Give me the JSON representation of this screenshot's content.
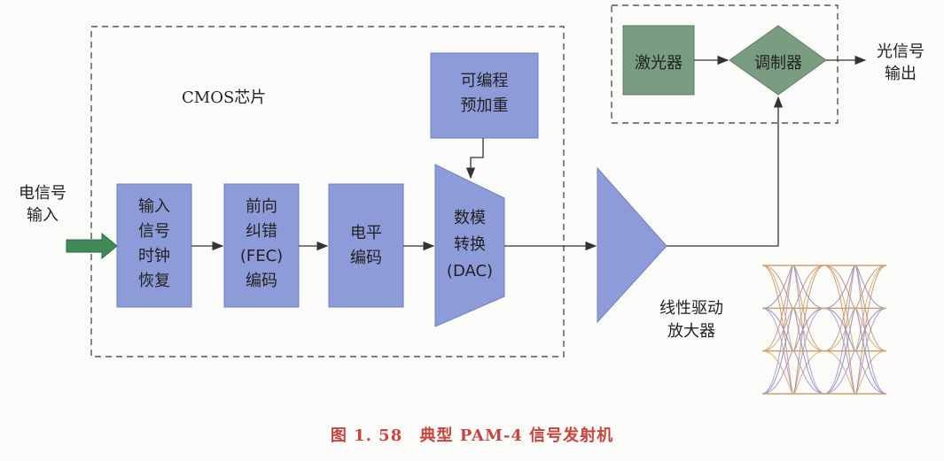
{
  "chip_label": "CMOS芯片",
  "input": {
    "line1": "电信号",
    "line2": "输入"
  },
  "output": {
    "line1": "光信号",
    "line2": "输出"
  },
  "blocks": {
    "cdr": [
      "输入",
      "信号",
      "时钟",
      "恢复"
    ],
    "fec": [
      "前向",
      "纠错",
      "(FEC)",
      "编码"
    ],
    "level": [
      "电平",
      "编码"
    ],
    "preemph": [
      "可编程",
      "预加重"
    ],
    "dac": [
      "数模",
      "转换",
      "(DAC)"
    ],
    "laser": "激光器",
    "modulator": "调制器"
  },
  "driver": {
    "line1": "线性驱动",
    "line2": "放大器"
  },
  "caption": {
    "fig": "图 1. 58",
    "title": "典型 PAM-4 信号发射机"
  },
  "colors": {
    "block": "#8d9bd9",
    "block_border": "#6f7fc4",
    "laser": "#7a9c80",
    "laser_border": "#5c7d62",
    "arrow_in": "#3f8a57",
    "dashed": "#555555",
    "caption": "#c8443e"
  }
}
